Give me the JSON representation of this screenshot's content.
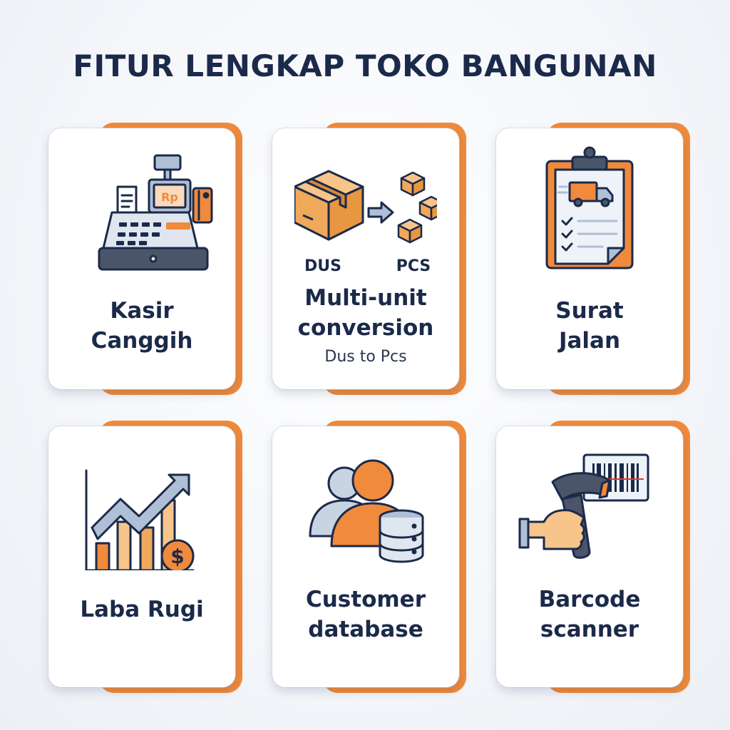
{
  "title": "FITUR LENGKAP TOKO BANGUNAN",
  "colors": {
    "navy": "#1b2a4a",
    "orange": "#f08a3c",
    "steel": "#aebfd6"
  },
  "features": [
    {
      "label_line1": "Kasir",
      "label_line2": "Canggih",
      "icon": "cash-register-icon",
      "icon_text": "Rp"
    },
    {
      "label_line1": "Multi-unit",
      "label_line2": "conversion",
      "sublabel": "Dus to Pcs",
      "icon": "box-conversion-icon",
      "unit_from": "DUS",
      "unit_to": "PCS"
    },
    {
      "label_line1": "Surat",
      "label_line2": "Jalan",
      "icon": "delivery-clipboard-icon"
    },
    {
      "label_line1": "Laba Rugi",
      "icon": "profit-chart-icon",
      "icon_text": "$"
    },
    {
      "label_line1": "Customer",
      "label_line2": "database",
      "icon": "customer-database-icon"
    },
    {
      "label_line1": "Barcode",
      "label_line2": "scanner",
      "icon": "barcode-scanner-icon"
    }
  ]
}
